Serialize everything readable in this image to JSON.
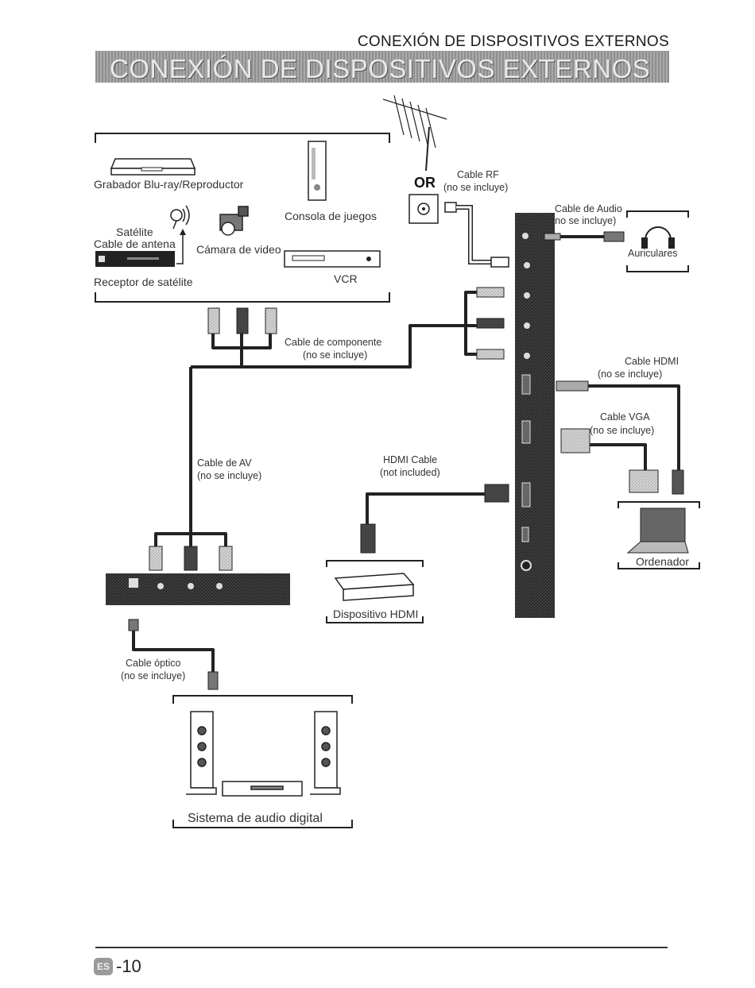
{
  "header": {
    "section_title": "CONEXIÓN DE DISPOSITIVOS EXTERNOS"
  },
  "banner": {
    "title": "CONEXIÓN DE DISPOSITIVOS EXTERNOS"
  },
  "devices": {
    "bluray": "Grabador Blu-ray/Reproductor",
    "console": "Consola de juegos",
    "satellite": "Satélite",
    "antenna_cable": "Cable de antena",
    "camera": "Cámara de video",
    "receiver": "Receptor de satélite",
    "vcr": "VCR",
    "headphones": "Auriculares",
    "computer": "Ordenador",
    "hdmi_device": "Dispositivo HDMI",
    "audio_system": "Sistema de audio digital"
  },
  "antenna": {
    "or": "OR"
  },
  "cables": {
    "rf": {
      "name": "Cable RF",
      "note": "(no se incluye)"
    },
    "audio": {
      "name": "Cable de Audio",
      "note": "(no se incluye)"
    },
    "component": {
      "name": "Cable de componente",
      "note": "(no se incluye)"
    },
    "hdmi_es": {
      "name": "Cable HDMI",
      "note": "(no se incluye)"
    },
    "vga": {
      "name": "Cable VGA",
      "note": "(no se incluye)"
    },
    "av": {
      "name": "Cable de AV",
      "note": "(no se incluye)"
    },
    "hdmi_en": {
      "name": "HDMI Cable",
      "note": "(not included)"
    },
    "optical": {
      "name": "Cable óptico",
      "note": "(no se incluye)"
    }
  },
  "footer": {
    "lang": "ES",
    "page": "-10"
  }
}
